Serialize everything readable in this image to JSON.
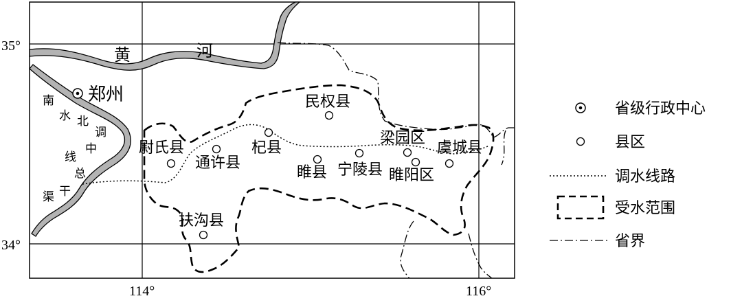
{
  "axes": {
    "lat_labels": [
      "35°",
      "34°"
    ],
    "lon_labels": [
      "114°",
      "116°"
    ]
  },
  "river": {
    "name_chars": [
      "黄",
      "河"
    ]
  },
  "canal": {
    "name_chars": [
      "南",
      "水",
      "北",
      "调",
      "中",
      "线",
      "总",
      "干",
      "渠"
    ]
  },
  "places": {
    "capital": "郑州",
    "counties": [
      "民权县",
      "尉氏县",
      "通许县",
      "杞县",
      "睢县",
      "宁陵县",
      "梁园区",
      "睢阳区",
      "虞城县",
      "扶沟县"
    ]
  },
  "legend": {
    "items": [
      "省级行政中心",
      "县区",
      "调水线路",
      "受水范围",
      "省界"
    ]
  },
  "colors": {
    "river_fill": "#b3b3b3",
    "line": "#000000"
  }
}
